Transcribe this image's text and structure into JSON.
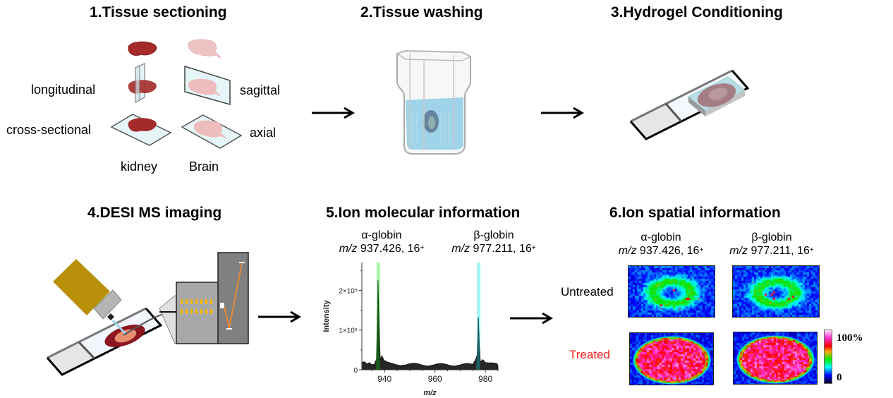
{
  "steps": [
    {
      "number": "1",
      "title": "1.Tissue sectioning"
    },
    {
      "number": "2",
      "title": "2.Tissue washing"
    },
    {
      "number": "3",
      "title": "3.Hydrogel Conditioning"
    },
    {
      "number": "4",
      "title": "4.DESI MS imaging"
    },
    {
      "number": "5",
      "title": "5.Ion molecular information"
    },
    {
      "number": "6",
      "title": "6.Ion spatial information"
    }
  ],
  "sectioning": {
    "planes_left": [
      "longitudinal",
      "cross-sectional"
    ],
    "planes_right": [
      "sagittal",
      "axial"
    ],
    "organs": [
      "kidney",
      "Brain"
    ]
  },
  "ions": [
    {
      "name": "α-globin",
      "mz_prefix": "m/z",
      "mz": "937.426, 16",
      "charge": "+",
      "color": "#66ee66"
    },
    {
      "name": "β-globin",
      "mz_prefix": "m/z",
      "mz": "977.211, 16",
      "charge": "+",
      "color": "#55eeee"
    }
  ],
  "spatial": {
    "conditions": [
      {
        "label": "Untreated",
        "color": "#000000"
      },
      {
        "label": "Treated",
        "color": "#ff1a1a"
      }
    ],
    "colorscale": {
      "max_label": "100%",
      "min_label": "0"
    }
  },
  "chart_data": {
    "type": "line",
    "title": "",
    "xlabel": "m/z",
    "ylabel": "Intensity",
    "xlim": [
      931,
      985
    ],
    "ylim": [
      0,
      270000
    ],
    "xticks": [
      940,
      960,
      980
    ],
    "xtick_labels": [
      "940",
      "960",
      "980"
    ],
    "yticks": [
      0,
      100000,
      200000
    ],
    "ytick_labels": [
      "0",
      "1×10⁵",
      "2×10⁵"
    ],
    "highlight_bands": [
      {
        "label": "α-globin",
        "center": 937.43,
        "width": 1.2
      },
      {
        "label": "β-globin",
        "center": 977.21,
        "width": 1.2
      }
    ],
    "series": [
      {
        "name": "spectrum",
        "x": [
          931,
          932,
          933,
          934,
          935,
          936,
          937,
          937.4,
          937.8,
          938.3,
          939,
          939.5,
          940,
          941,
          942,
          945,
          950,
          955,
          960,
          965,
          970,
          975,
          976,
          977,
          977.2,
          977.6,
          978,
          979,
          980,
          982,
          985
        ],
        "y": [
          12000,
          15000,
          11000,
          16000,
          12000,
          14000,
          30000,
          225000,
          120000,
          20000,
          32000,
          24000,
          18000,
          14000,
          12000,
          11000,
          10500,
          10000,
          9500,
          9800,
          9500,
          10000,
          22000,
          40000,
          132000,
          60000,
          20000,
          25000,
          16000,
          12000,
          10000
        ]
      }
    ],
    "peaks": [
      {
        "label": "α-globin",
        "mz": 937.4,
        "intensity": 225000
      },
      {
        "label": "β-globin",
        "mz": 977.2,
        "intensity": 132000
      }
    ],
    "grid": false,
    "legend": "none"
  }
}
